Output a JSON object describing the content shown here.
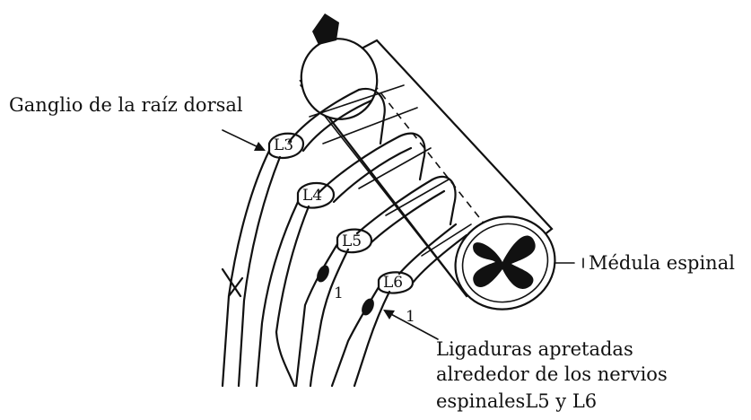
{
  "labels": {
    "ganglion": "Ganglio de la raíz dorsal",
    "spinal_cord": "Médula espinal",
    "ligatures_line1": "Ligaduras apretadas",
    "ligatures_line2": "alrededor de los nervios",
    "ligatures_line3": "espinalesL5 y L6"
  },
  "segments": [
    "L3",
    "L4",
    "L5",
    "L6"
  ],
  "ligature_marks": [
    "1",
    "1"
  ]
}
